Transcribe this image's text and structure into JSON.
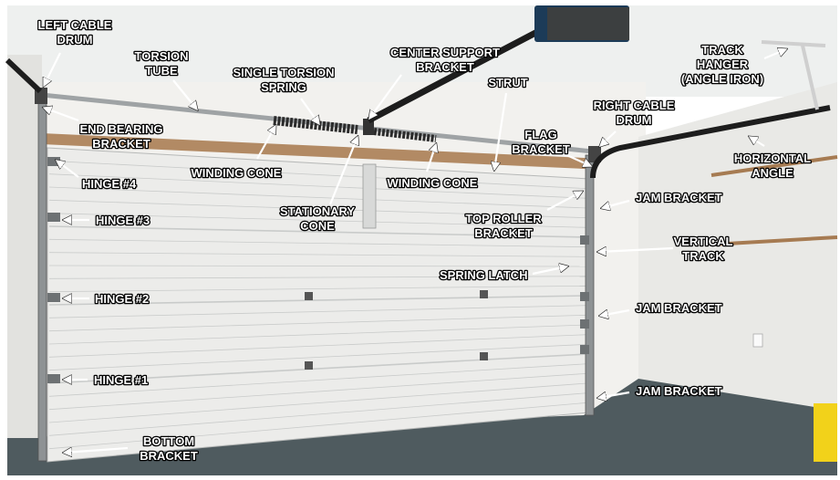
{
  "labels": {
    "left_cable_drum": [
      "LEFT CABLE",
      "DRUM"
    ],
    "torsion_tube": [
      "TORSION",
      "TUBE"
    ],
    "single_torsion_spring": [
      "SINGLE TORSION",
      "SPRING"
    ],
    "center_support_bracket": [
      "CENTER SUPPORT",
      "BRACKET"
    ],
    "strut": "STRUT",
    "track_hanger": [
      "TRACK",
      "HANGER",
      "(ANGLE IRON)"
    ],
    "right_cable_drum": [
      "RIGHT CABLE",
      "DRUM"
    ],
    "flag_bracket": [
      "FLAG",
      "BRACKET"
    ],
    "horizontal_angle": [
      "HORIZONTAL",
      "ANGLE"
    ],
    "end_bearing_bracket": [
      "END BEARING",
      "BRACKET"
    ],
    "hinge_4": "HINGE #4",
    "winding_cone_left": "WINDING CONE",
    "winding_cone_right": "WINDING CONE",
    "stationary_cone": [
      "STATIONARY",
      "CONE"
    ],
    "jam_bracket_top": "JAM BRACKET",
    "hinge_3": "HINGE #3",
    "top_roller_bracket": [
      "TOP ROLLER",
      "BRACKET"
    ],
    "vertical_track": [
      "VERTICAL",
      "TRACK"
    ],
    "spring_latch": "SPRING LATCH",
    "hinge_2": "HINGE #2",
    "jam_bracket_mid": "JAM BRACKET",
    "hinge_1": "HINGE #1",
    "jam_bracket_bottom": "JAM BRACKET",
    "bottom_bracket": [
      "BOTTOM",
      "BRACKET"
    ]
  },
  "colors": {
    "ceiling": "#eef0ef",
    "wall": "#f2f1ee",
    "side_wall": "#e9e9e6",
    "door": "#ececea",
    "door_line": "#c9cbca",
    "floor": "#4f5b5f",
    "opener": "#1c3b58",
    "spring": "#2b2b2b",
    "rail": "#1d1d1d",
    "header_wood": "#b28a64",
    "shelf_wood": "#a67b52",
    "bucket": "#f2d21a"
  },
  "icons": {
    "opener": "garage-door-opener-icon",
    "bucket": "yellow-bucket-icon"
  }
}
